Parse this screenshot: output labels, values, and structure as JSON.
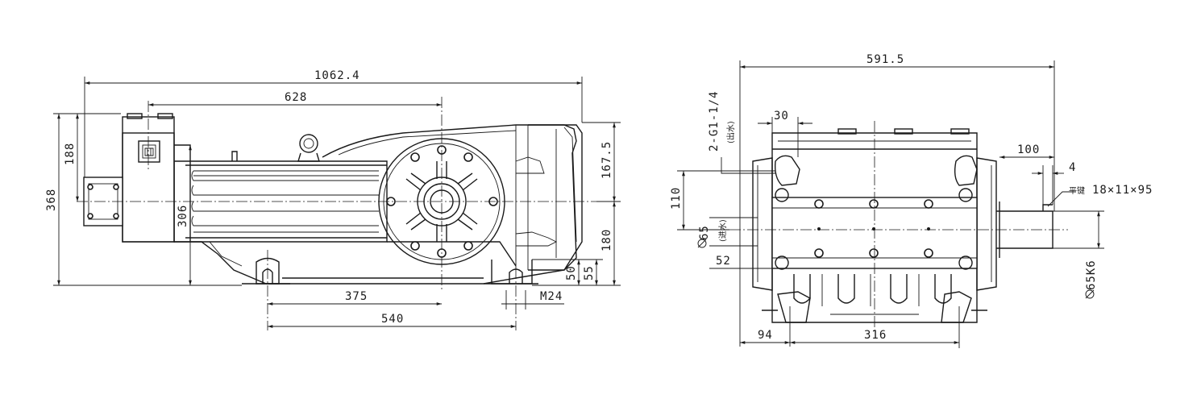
{
  "side_view": {
    "overall_length": "1062.4",
    "crank_offset": "628",
    "overall_height": "368",
    "head_height": "188",
    "center_height": "306",
    "top_to_shaft": "167.5",
    "shaft_to_base": "180",
    "foot_height_1": "50",
    "foot_height_2": "55",
    "foot_spacing_1": "375",
    "foot_spacing_2": "540",
    "bolt_thread": "M24"
  },
  "front_view": {
    "overall_width": "591.5",
    "port_inlet_label": "2-G1-1/4",
    "port_inlet_note": "(出水)",
    "port_offset": "30",
    "shaft_extension": "100",
    "key_depth": "4",
    "key_label": "平键",
    "key_size": "18×11×95",
    "port_spacing": "110",
    "inlet_dia": "65",
    "inlet_note": "(进水)",
    "inlet_height": "52",
    "shaft_dia": "65K6",
    "foot_offset": "94",
    "foot_width": "316"
  }
}
